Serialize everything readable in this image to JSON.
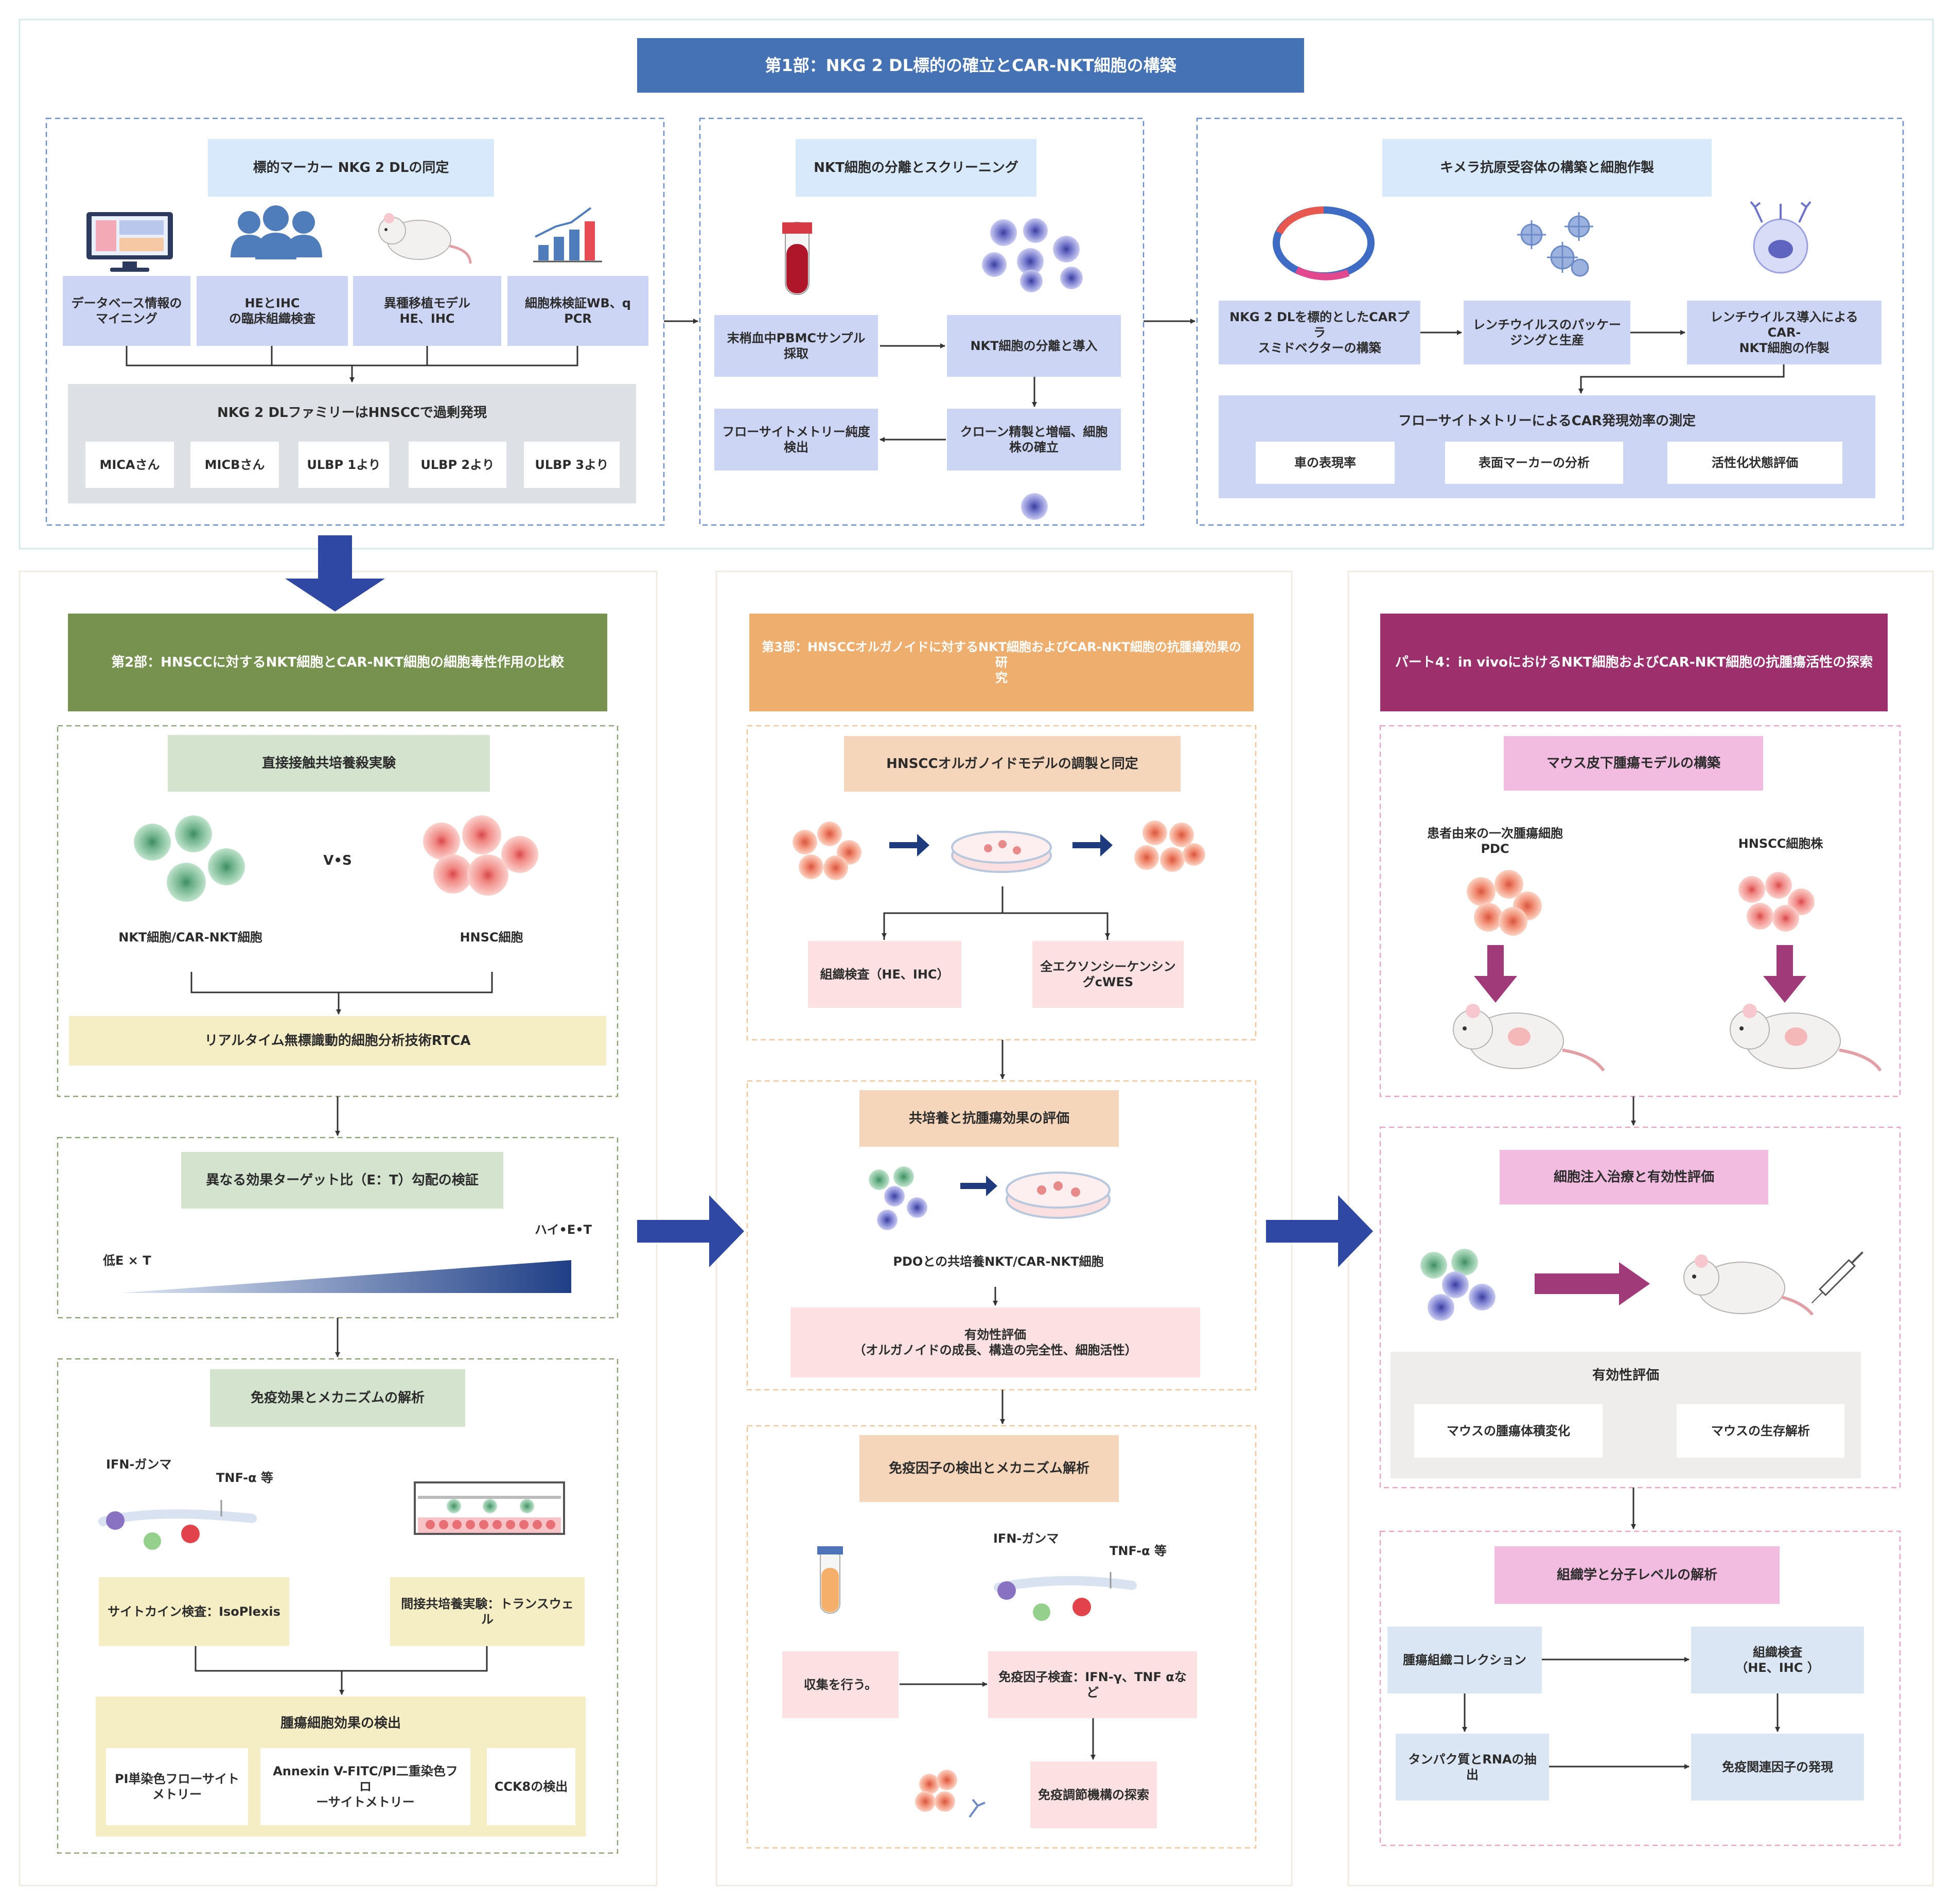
{
  "colors": {
    "part1_banner": "#4472b4",
    "part2_banner": "#77924f",
    "part3_banner": "#eeae6e",
    "part4_banner": "#9b306d",
    "big_arrow": "#2f48a4",
    "magenta_arrow": "#a03a78"
  },
  "part1": {
    "banner": "第1部：NKG 2 DL標的の確立とCAR-NKT細胞の構築",
    "a": {
      "header": "標的マーカー NKG 2 DLの同定",
      "methods": [
        "データベース情報の\nマイニング",
        "HEとIHC\nの臨床組織検査",
        "異種移植モデル\nHE、IHC",
        "細胞株検証WB、q\nPCR"
      ],
      "family_title": "NKG 2 DLファミリーはHNSCCで過剰発現",
      "family": [
        "MICAさん",
        "MICBさん",
        "ULBP 1より",
        "ULBP 2より",
        "ULBP 3より"
      ]
    },
    "b": {
      "header": "NKT細胞の分離とスクリーニング",
      "pbmc": "末梢血中PBMCサンプル\n採取",
      "isolate": "NKT細胞の分離と導入",
      "clone": "クローン精製と増幅、細胞\n株の確立",
      "flow": "フローサイトメトリー純度\n検出"
    },
    "c": {
      "header": "キメラ抗原受容体の構築と細胞作製",
      "plasmid": "NKG 2 DLを標的としたCARプラ\nスミドベクターの構築",
      "lenti": "レンチウイルスのパッケー\nジングと生産",
      "transduce": "レンチウイルス導入によるCAR-\nNKT細胞の作製",
      "flow_title": "フローサイトメトリーによるCAR発現効率の測定",
      "flow_items": [
        "車の表現率",
        "表面マーカーの分析",
        "活性化状態評価"
      ]
    }
  },
  "part2": {
    "banner": "第2部：HNSCCに対するNKT細胞とCAR-NKT細胞の細胞毒性作用の比較",
    "s1": {
      "header": "直接接触共培養殺実験",
      "vs": "V•S",
      "left_label": "NKT細胞/CAR-NKT細胞",
      "right_label": "HNSC細胞",
      "rtca": "リアルタイム無標識動的細胞分析技術RTCA"
    },
    "s2": {
      "header": "異なる効果ターゲット比（E：T）勾配の検証",
      "low": "低E × T",
      "high": "ハイ•E•T"
    },
    "s3": {
      "header": "免疫効果とメカニズムの解析",
      "ifn": "IFN-ガンマ",
      "tnf": "TNF-α 等",
      "cytokine": "サイトカイン検査：IsoPlexis",
      "transwell": "間接共培養実験：トランスウェル",
      "detect_title": "腫瘍細胞効果の検出",
      "detect_items": [
        "PI単染色フローサイト\nメトリー",
        "Annexin V-FITC/PI二重染色フロ\nーサイトメトリー",
        "CCK8の検出"
      ]
    }
  },
  "part3": {
    "banner": "第3部：HNSCCオルガノイドに対するNKT細胞およびCAR-NKT細胞の抗腫瘍効果の研\n究",
    "s1": {
      "header": "HNSCCオルガノイドモデルの調製と同定",
      "left": "組織検査（HE、IHC）",
      "right": "全エクソンシーケンシン\nグcWES"
    },
    "s2": {
      "header": "共培養と抗腫瘍効果の評価",
      "caption": "PDOとの共培養NKT/CAR-NKT細胞",
      "eval": "有効性評価\n（オルガノイドの成長、構造の完全性、細胞活性）"
    },
    "s3": {
      "header": "免疫因子の検出とメカニズム解析",
      "ifn": "IFN-ガンマ",
      "tnf": "TNF-α 等",
      "collect": "収集を行う。",
      "detect": "免疫因子検査：IFN-γ、TNF αな\nど",
      "explore": "免疫調節機構の探索"
    }
  },
  "part4": {
    "banner": "パート4：in vivoにおけるNKT細胞およびCAR-NKT細胞の抗腫瘍活性の探索",
    "s1": {
      "header": "マウス皮下腫瘍モデルの構築",
      "left_label": "患者由来の一次腫瘍細胞\nPDC",
      "right_label": "HNSCC細胞株"
    },
    "s2": {
      "header": "細胞注入治療と有効性評価",
      "eval_title": "有効性評価",
      "eval_items": [
        "マウスの腫瘍体積変化",
        "マウスの生存解析"
      ]
    },
    "s3": {
      "header": "組織学と分子レベルの解析",
      "collect": "腫瘍組織コレクション",
      "exam": "組織検査\n（HE、IHC ）",
      "extract": "タンパク質とRNAの抽\n出",
      "expr": "免疫関連因子の発現"
    }
  }
}
